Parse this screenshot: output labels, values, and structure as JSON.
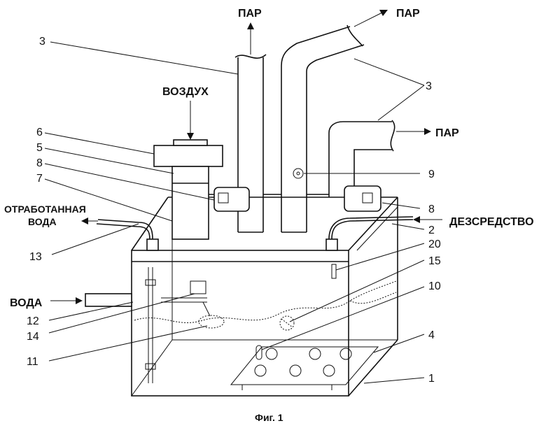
{
  "labels": {
    "steam_top": "ПАР",
    "steam_top_right": "ПАР",
    "steam_right": "ПАР",
    "air": "ВОЗДУХ",
    "waste_water_line1": "ОТРАБОТАННАЯ",
    "waste_water_line2": "ВОДА",
    "disinfectant": "ДЕЗСРЕДСТВО",
    "water": "ВОДА"
  },
  "numbers": {
    "n1": "1",
    "n2": "2",
    "n3a": "3",
    "n3b": "3",
    "n4": "4",
    "n5": "5",
    "n6": "6",
    "n7": "7",
    "n8a": "8",
    "n8b": "8",
    "n9": "9",
    "n10": "10",
    "n11": "11",
    "n12": "12",
    "n13": "13",
    "n14": "14",
    "n15": "15",
    "n20": "20"
  },
  "caption": "Фиг. 1",
  "icons": [
    "arrow-icon",
    "fan-icon"
  ]
}
